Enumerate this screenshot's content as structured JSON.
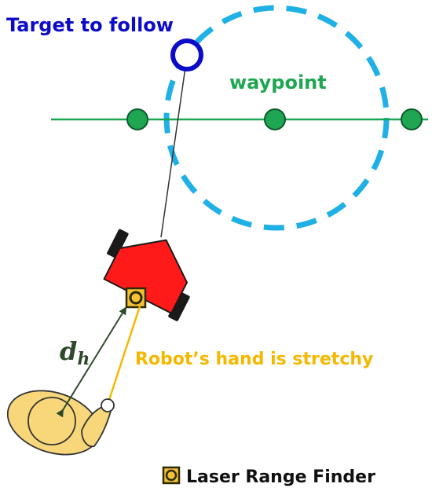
{
  "labels": {
    "target": "Target to follow",
    "waypoint": "waypoint",
    "hand_stretchy": "Robot’s hand is stretchy",
    "laser": "Laser Range Finder",
    "distance_symbol": "d",
    "distance_subscript": "h"
  },
  "colors": {
    "target": "#0b0bc8",
    "waypoint": "#1fa652",
    "waypoint_dot_stroke": "#0a5a2a",
    "circle_dash": "#1fb1e6",
    "robot_body": "#ff1a1a",
    "robot_wheel": "#1a1a1a",
    "laser_fill": "#f5c033",
    "laser_stroke": "#2a2a00",
    "hand_line": "#f5b800",
    "human_fill": "#f8d77a",
    "human_stroke": "#333333",
    "distance_line": "#2e4a2a",
    "text_dark": "#111111"
  },
  "icons": {
    "laser": "laser-range-finder-icon"
  }
}
